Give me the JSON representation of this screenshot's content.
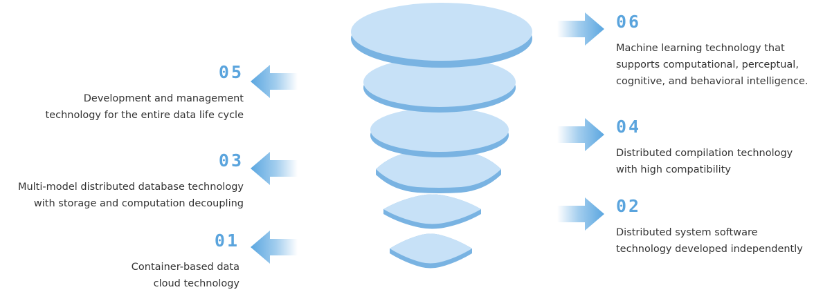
{
  "items": [
    {
      "id": "06",
      "num": "06",
      "lines": [
        "Machine learning technology that",
        "supports computational, perceptual,",
        "cognitive, and behavioral intelligence."
      ]
    },
    {
      "id": "05",
      "num": "05",
      "lines": [
        "Development and management",
        "technology for the entire data life cycle"
      ]
    },
    {
      "id": "04",
      "num": "04",
      "lines": [
        "Distributed compilation technology",
        "with high compatibility"
      ]
    },
    {
      "id": "03",
      "num": "03",
      "lines": [
        "Multi-model distributed database technology",
        "with storage and computation decoupling"
      ]
    },
    {
      "id": "02",
      "num": "02",
      "lines": [
        "Distributed system software",
        "technology developed independently"
      ]
    },
    {
      "id": "01",
      "num": "01",
      "lines": [
        "Container-based data",
        "cloud technology"
      ]
    }
  ],
  "colors": {
    "accent": "#5aa4dd",
    "arrow": "#5aa6e0",
    "disc_top": "#c7e1f7",
    "disc_side": "#79b3e2",
    "text": "#333333"
  }
}
